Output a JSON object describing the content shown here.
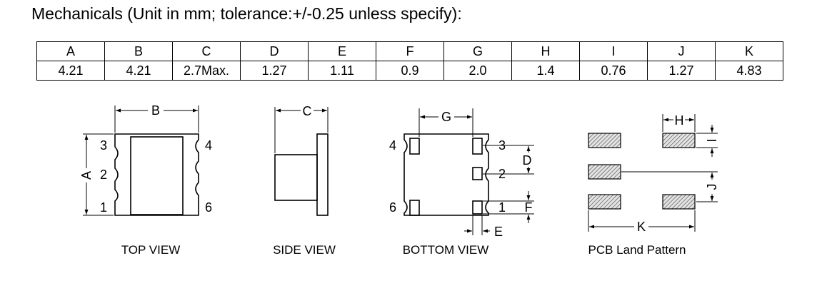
{
  "title": "Mechanicals (Unit in mm; tolerance:+/-0.25 unless specify):",
  "table": {
    "headers": [
      "A",
      "B",
      "C",
      "D",
      "E",
      "F",
      "G",
      "H",
      "I",
      "J",
      "K"
    ],
    "values": [
      "4.21",
      "4.21",
      "2.7Max.",
      "1.27",
      "1.11",
      "0.9",
      "2.0",
      "1.4",
      "0.76",
      "1.27",
      "4.83"
    ]
  },
  "views": {
    "top": {
      "caption": "TOP VIEW",
      "pins": [
        "3",
        "2",
        "1",
        "4",
        "6"
      ],
      "dims": [
        "A",
        "B"
      ]
    },
    "side": {
      "caption": "SIDE VIEW",
      "dims": [
        "C"
      ]
    },
    "bottom": {
      "caption": "BOTTOM VIEW",
      "pins": [
        "4",
        "6",
        "3",
        "2",
        "1"
      ],
      "dims": [
        "G",
        "D",
        "F",
        "E"
      ]
    },
    "pcb": {
      "caption": "PCB Land Pattern",
      "dims": [
        "H",
        "I",
        "J",
        "K"
      ]
    }
  }
}
